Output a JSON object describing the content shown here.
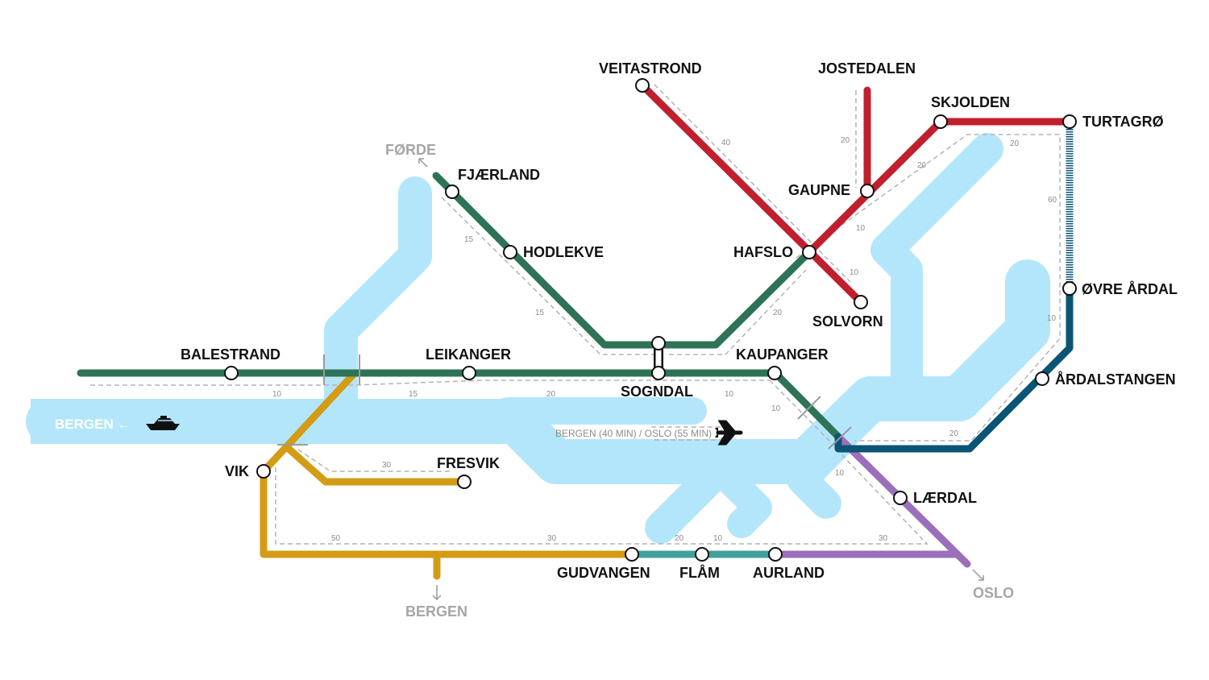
{
  "colors": {
    "water": "#b3e6fb",
    "green": "#2e7356",
    "red": "#c0202d",
    "yellow": "#d39c14",
    "teal": "#41a09a",
    "purple": "#9b6fbc",
    "navy": "#0b5475",
    "dashed": "#b3b3b3"
  },
  "stations": {
    "veitastrond": "VEITASTROND",
    "jostedalen": "JOSTEDALEN",
    "skjolden": "SKJOLDEN",
    "turtagro": "TURTAGRØ",
    "gaupne": "GAUPNE",
    "hafslo": "HAFSLO",
    "solvorn": "SOLVORN",
    "ovre_ardal": "ØVRE ÅRDAL",
    "ardalstangen": "ÅRDALSTANGEN",
    "fjaerland": "FJÆRLAND",
    "hodlekve": "HODLEKVE",
    "balestrand": "BALESTRAND",
    "leikanger": "LEIKANGER",
    "sogndal": "SOGNDAL",
    "kaupanger": "KAUPANGER",
    "vik": "VIK",
    "fresvik": "FRESVIK",
    "laerdal": "LÆRDAL",
    "gudvangen": "GUDVANGEN",
    "flam": "FLÅM",
    "aurland": "AURLAND"
  },
  "destinations": {
    "forde": "FØRDE",
    "bergen_south": "BERGEN",
    "oslo": "OSLO"
  },
  "boat": {
    "label": "BERGEN ←",
    "icon": "boat-icon"
  },
  "air": {
    "label": "BERGEN (40 MIN) / OSLO (55 MIN)",
    "icon": "airplane-icon"
  },
  "travel_times": {
    "veitastrond_hafslo": "40",
    "jostedalen_gaupne": "20",
    "gaupne_skjolden": "20",
    "skjolden_turtagro": "20",
    "hafslo_gaupne": "10",
    "hafslo_solvorn": "10",
    "sogndal_hafslo": "20",
    "fjaerland_hodlekve": "15",
    "hodlekve_sogndal": "15",
    "balestrand_crossing": "10",
    "crossing_leikanger": "15",
    "leikanger_sogndal": "20",
    "sogndal_kaupanger": "10",
    "kaupanger_ferry": "10",
    "vik_fresvik": "30",
    "vik_gudvangen": "50",
    "gudvangen_west": "30",
    "gudvangen_flam": "20",
    "flam_aurland": "10",
    "aurland_laerdal": "30",
    "laerdal_ferry": "10",
    "turtagro_ovre_ardal": "60",
    "ovre_ardal_ardalstangen": "10",
    "ardalstangen_kaupanger": "20"
  }
}
